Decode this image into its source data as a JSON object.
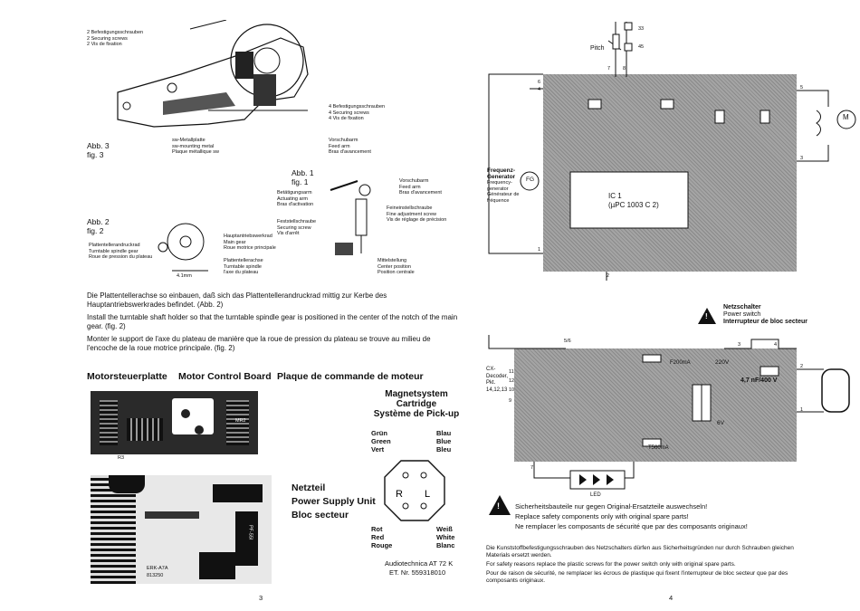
{
  "left": {
    "screws2": [
      "2 Befestigungsschrauben",
      "2 Securing screws",
      "2 Vis de fixation"
    ],
    "screws4": [
      "4 Befestigungsschrauben",
      "4 Securing screws",
      "4 Vis de fixation"
    ],
    "sw_plate": [
      "sw-Metallplatte",
      "sw-mounting metal",
      "Plaque métallique sw"
    ],
    "feed_arm_top": [
      "Vorschubarm",
      "Feed arm",
      "Bras d'avancement"
    ],
    "abb3": [
      "Abb. 3",
      "fig. 3"
    ],
    "abb1": [
      "Abb. 1",
      "fig. 1"
    ],
    "abb2": [
      "Abb. 2",
      "fig. 2"
    ],
    "actuating_arm": [
      "Betätigungsarm",
      "Actuating arm",
      "Bras d'activation"
    ],
    "feed_arm": [
      "Vorschubarm",
      "Feed arm",
      "Bras d'avancement"
    ],
    "fine_adj": [
      "Feineinstellschraube",
      "Fine adjustment screw",
      "Vis de réglage de précision"
    ],
    "set_screw": [
      "Feststellschraube",
      "Securing screw",
      "Vis d'arrêt"
    ],
    "center_pos": [
      "Mittelstellung",
      "Center position",
      "Position centrale"
    ],
    "main_gear": [
      "Hauptantriebswerkrad",
      "Main gear",
      "Roue motrice principale"
    ],
    "idler": [
      "Plattentellerandruckrad",
      "Turntable spindle gear",
      "Roue de pression du plateau"
    ],
    "spindle": [
      "Plattentellerachse",
      "Turntable spindle",
      "l'axe du plateau"
    ],
    "dim": "4.1mm",
    "para_de": "Die Plattentellerachse so einbauen, daß sich das Plattentellerandruckrad mittig zur Kerbe des Hauptantriebswerkrades befindet. (Abb. 2)",
    "para_en": "Install the turntable shaft holder so that the turntable spindle gear is positioned in the center of the notch of the main gear. (fig. 2)",
    "para_fr": "Monter le support de l'axe du plateau de manière que la roue de pression du plateau se trouve au milieu de l'encoche de la roue motrice principale. (fig. 2)",
    "motor_de": "Motorsteuerplatte",
    "motor_en": "Motor Control Board",
    "motor_fr": "Plaque de commande de moteur",
    "mag": [
      "Magnetsystem",
      "Cartridge",
      "Système de Pick-up"
    ],
    "colors_left": [
      "Grün",
      "Green",
      "Vert"
    ],
    "colors_right": [
      "Blau",
      "Blue",
      "Bleu"
    ],
    "colors_bl": [
      "Rot",
      "Red",
      "Rouge"
    ],
    "colors_br": [
      "Weiß",
      "White",
      "Blanc"
    ],
    "cart_model": "Audiotechnica AT 72 K",
    "cart_nr": "ET. Nr. 559318010",
    "psu": [
      "Netzteil",
      "Power Supply Unit",
      "Bloc secteur"
    ],
    "page_no": "3",
    "pcb_labels": {
      "r3": "R3",
      "mr2": "MR2",
      "pf55": "PF-55I",
      "code": "ERK-A7A",
      "no": "813250"
    }
  },
  "right": {
    "pitch": "Pitch",
    "fg": [
      "Frequenz-",
      "Generator",
      "Frequency-",
      "generator",
      "Générateur de",
      "fréquence"
    ],
    "ic": [
      "IC 1",
      "(µPC 1003 C 2)"
    ],
    "power_switch": [
      "Netzschalter",
      "Power switch",
      "Interrupteur de bloc secteur"
    ],
    "cx": [
      "CX-",
      "Decoder,",
      "Pkt.",
      "14,12,13"
    ],
    "led": "LED",
    "cap": "4,7 nF/400 V",
    "v220": "220V",
    "v6": "6V",
    "fuse1": "F200mA",
    "fuse2": "T560mA",
    "warn_de": "Sicherheitsbauteile nur gegen Original-Ersatzteile auswechseln!",
    "warn_en": "Replace safety components only with original spare parts!",
    "warn_fr": "Ne remplacer les composants de sécurité que par des composants originaux!",
    "foot_de": "Die Kunststoffbefestigungsschrauben des Netzschalters dürfen aus Sicherheitsgründen nur durch Schrauben gleichen Materials ersetzt werden.",
    "foot_en": "For safety reasons replace the plastic screws for the power switch only with original spare parts.",
    "foot_fr": "Pour de raison de sécurité, ne remplacer les écrous de plastique qui fixent l'interrupteur de bloc secteur que par des composants originaux.",
    "page_no": "4",
    "nodes": [
      "1",
      "2",
      "3",
      "4",
      "5",
      "6",
      "7",
      "8",
      "9",
      "10",
      "11",
      "12",
      "33",
      "45",
      "5/6"
    ]
  }
}
